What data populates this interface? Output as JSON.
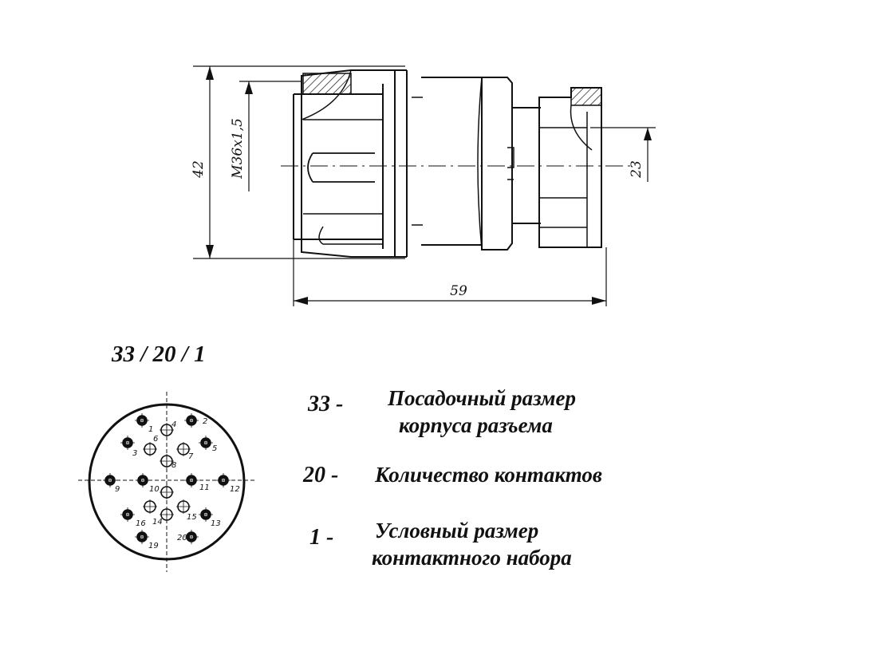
{
  "drawing": {
    "dimensions": {
      "height_overall": "42",
      "thread": "M36x1,5",
      "inner_diameter": "23",
      "length": "59"
    }
  },
  "designation": {
    "code": "33 / 20 / 1"
  },
  "legend": {
    "items": [
      {
        "number": "33",
        "separator": "-",
        "line1": "Посадочный размер",
        "line2": "корпуса разъема"
      },
      {
        "number": "20",
        "separator": "-",
        "line1": "Количество контактов",
        "line2": ""
      },
      {
        "number": "1",
        "separator": "-",
        "line1": "Условный размер",
        "line2": "контактного набора"
      }
    ]
  },
  "pin_layout": {
    "labels": [
      "1",
      "2",
      "3",
      "4",
      "5",
      "6",
      "7",
      "8",
      "9",
      "10",
      "11",
      "12",
      "13",
      "14",
      "15",
      "16",
      "19",
      "20"
    ]
  }
}
